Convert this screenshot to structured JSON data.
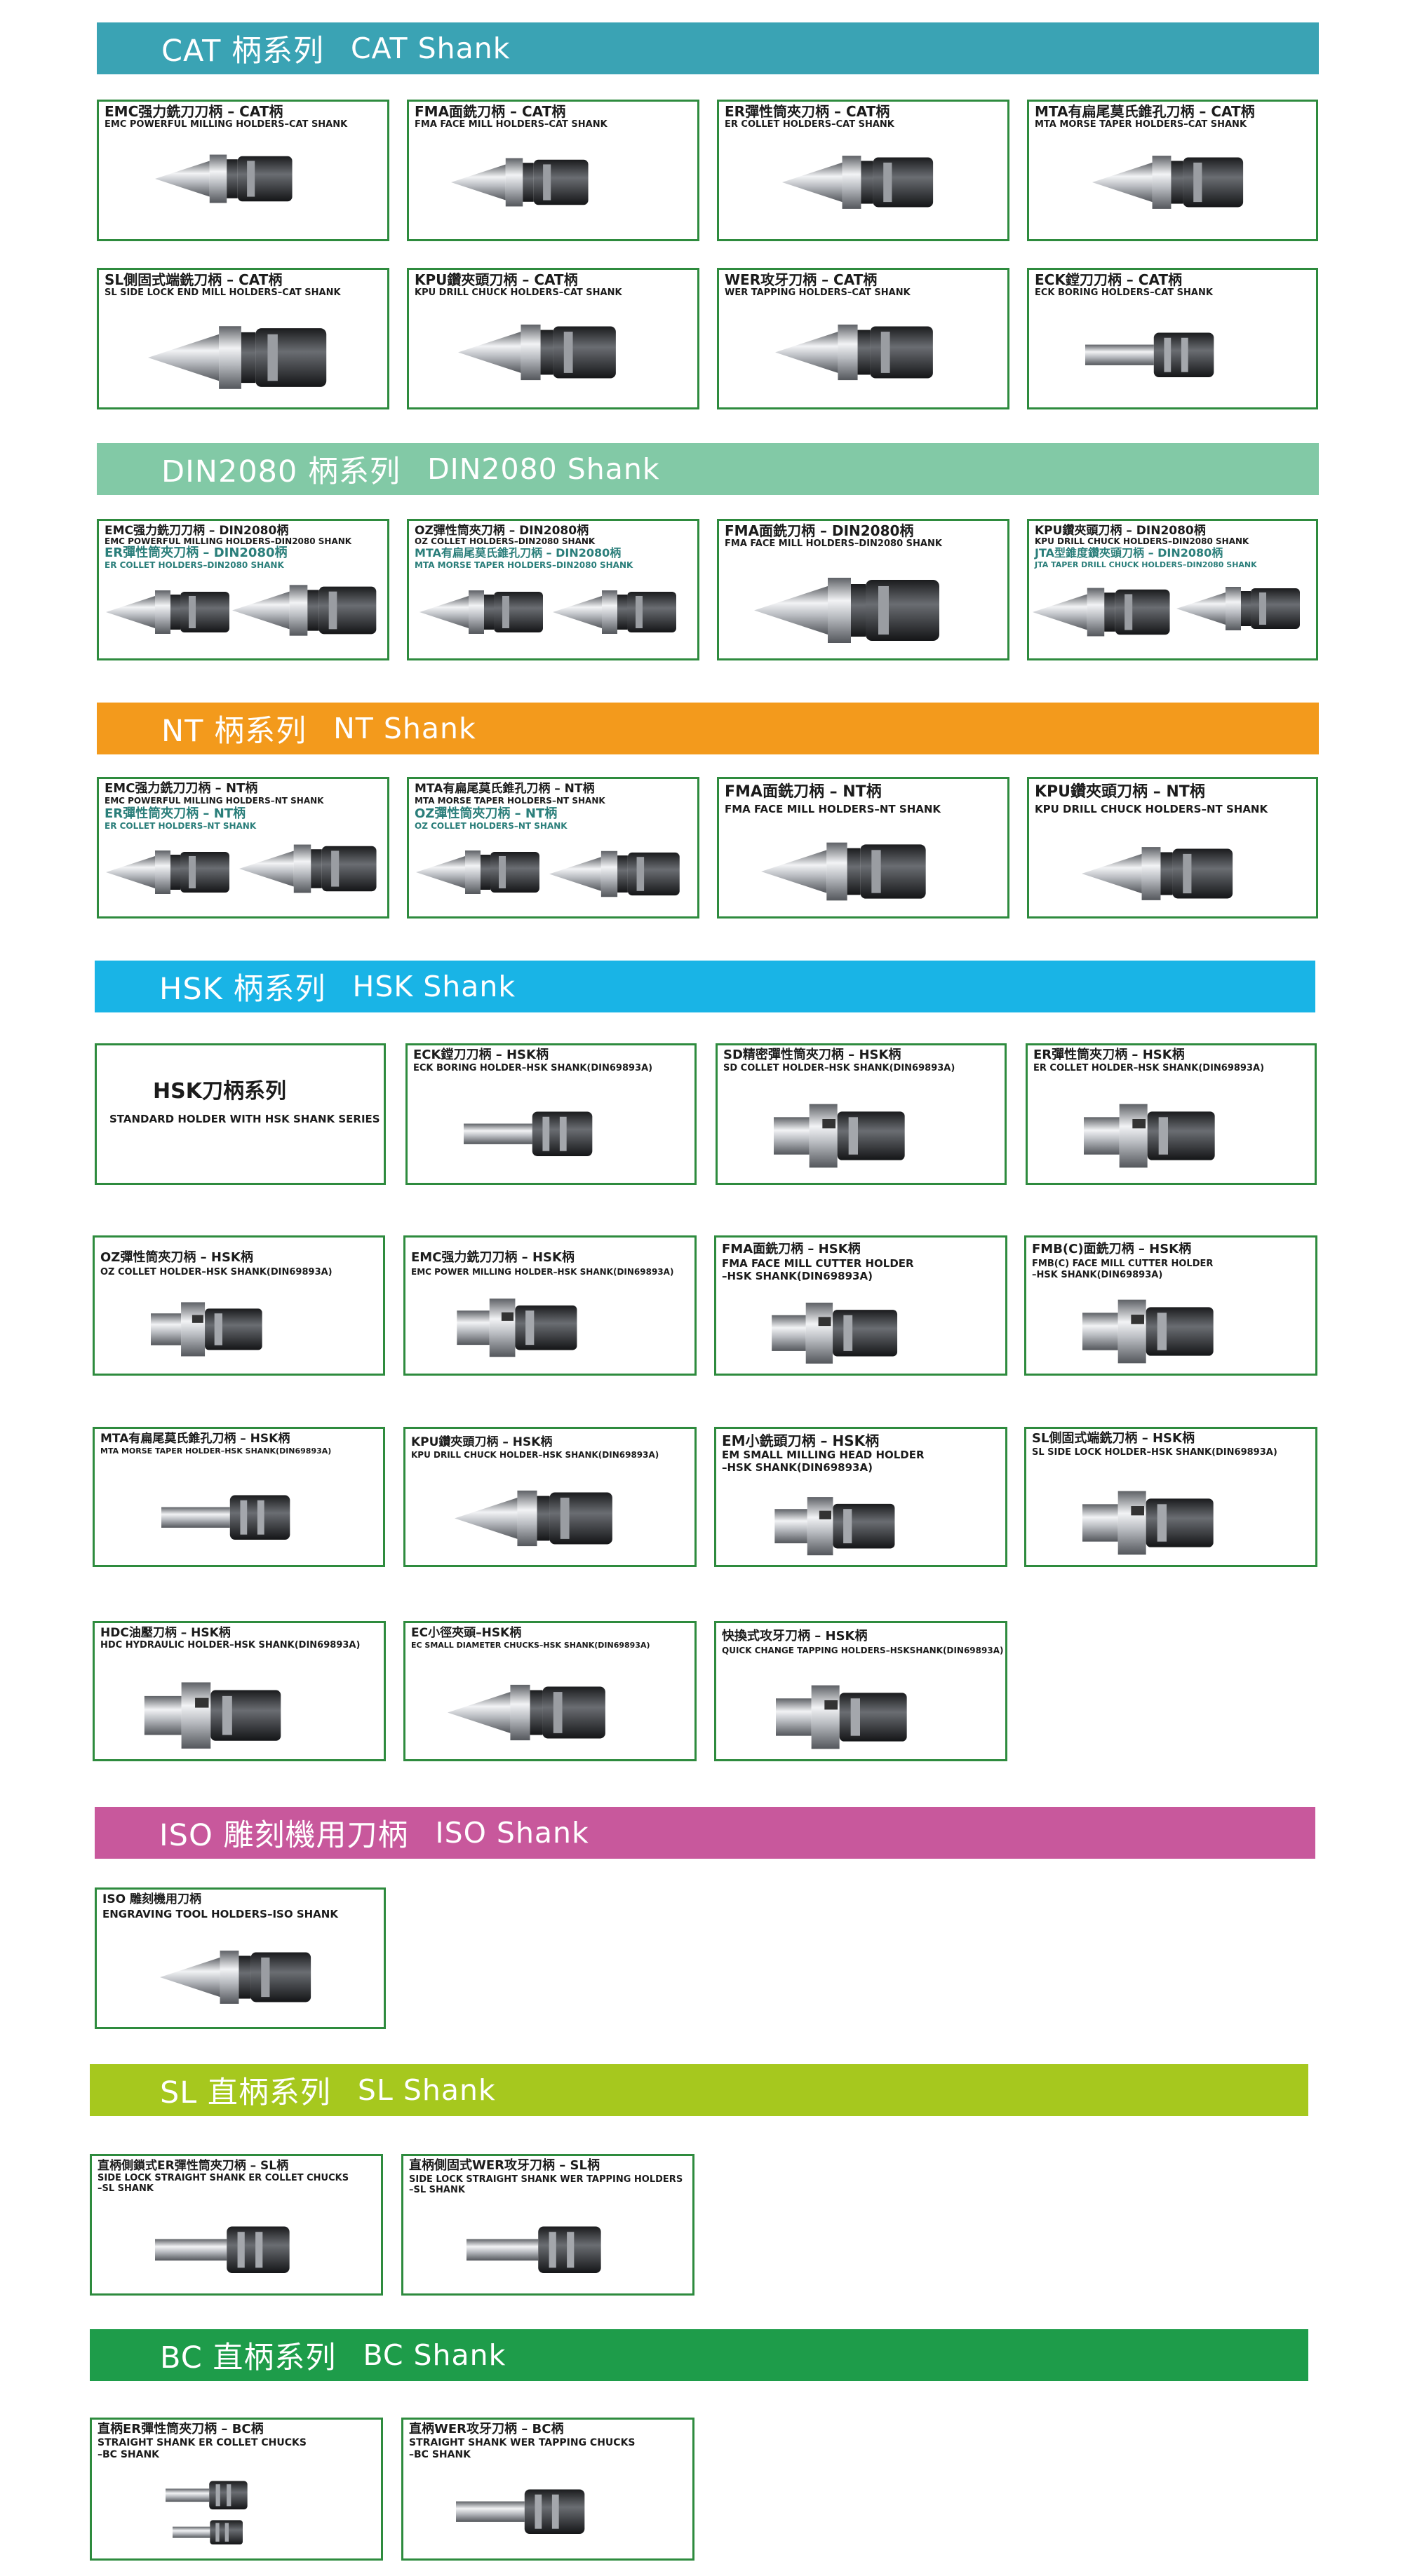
{
  "sections": {
    "cat": {
      "zh": "CAT 柄系列",
      "en": "CAT Shank",
      "color": "#3aa3b4"
    },
    "din": {
      "zh": "DIN2080 柄系列",
      "en": "DIN2080 Shank",
      "color": "#82c9a6"
    },
    "nt": {
      "zh": "NT 柄系列",
      "en": "NT Shank",
      "color": "#f39a1c"
    },
    "hsk": {
      "zh": "HSK 柄系列",
      "en": "HSK Shank",
      "color": "#19b4e6"
    },
    "iso": {
      "zh": "ISO 雕刻機用刀柄",
      "en": "ISO Shank",
      "color": "#c8589c"
    },
    "sl": {
      "zh": "SL 直柄系列",
      "en": "SL Shank",
      "color": "#a6c81e"
    },
    "bc": {
      "zh": "BC 直柄系列",
      "en": "BC Shank",
      "color": "#1e9c4a"
    }
  },
  "cards": {
    "cat1": {
      "title": "EMC强力銑刀刀柄 – CAT柄",
      "sub": "EMC POWERFUL MILLING HOLDERS–CAT SHANK"
    },
    "cat2": {
      "title": "FMA面銑刀柄 – CAT柄",
      "sub": "FMA FACE MILL HOLDERS–CAT SHANK"
    },
    "cat3": {
      "title": "ER彈性筒夾刀柄 – CAT柄",
      "sub": "ER COLLET HOLDERS–CAT SHANK"
    },
    "cat4": {
      "title": "MTA有扁尾莫氏錐孔刀柄 – CAT柄",
      "sub": "MTA MORSE TAPER HOLDERS–CAT SHANK"
    },
    "cat5": {
      "title": "SL側固式端銑刀柄 – CAT柄",
      "sub": "SL SIDE LOCK END MILL HOLDERS–CAT SHANK"
    },
    "cat6": {
      "title": "KPU鑽夾頭刀柄 – CAT柄",
      "sub": "KPU DRILL CHUCK HOLDERS–CAT SHANK"
    },
    "cat7": {
      "title": "WER攻牙刀柄 – CAT柄",
      "sub": "WER TAPPING HOLDERS–CAT SHANK"
    },
    "cat8": {
      "title": "ECK鏜刀刀柄 – CAT柄",
      "sub": "ECK BORING HOLDERS–CAT SHANK"
    },
    "din1": {
      "title": "EMC强力銑刀刀柄 – DIN2080柄",
      "sub": "EMC POWERFUL MILLING HOLDERS–DIN2080 SHANK",
      "title2": "ER彈性筒夾刀柄 – DIN2080柄",
      "sub2": "ER COLLET HOLDERS–DIN2080 SHANK"
    },
    "din2": {
      "title": "OZ彈性筒夾刀柄 – DIN2080柄",
      "sub": "OZ COLLET HOLDERS–DIN2080 SHANK",
      "title2": "MTA有扁尾莫氏錐孔刀柄 – DIN2080柄",
      "sub2": "MTA MORSE TAPER HOLDERS–DIN2080 SHANK"
    },
    "din3": {
      "title": "FMA面銑刀柄 – DIN2080柄",
      "sub": "FMA FACE MILL HOLDERS–DIN2080 SHANK"
    },
    "din4": {
      "title": "KPU鑽夾頭刀柄 – DIN2080柄",
      "sub": "KPU DRILL CHUCK HOLDERS–DIN2080 SHANK",
      "title2": "JTA型錐度鑽夾頭刀柄 – DIN2080柄",
      "sub2": "JTA TAPER DRILL CHUCK HOLDERS–DIN2080 SHANK"
    },
    "nt1": {
      "title": "EMC强力銑刀刀柄 – NT柄",
      "sub": "EMC POWERFUL MILLING HOLDERS–NT SHANK",
      "title2": "ER彈性筒夾刀柄 – NT柄",
      "sub2": "ER COLLET HOLDERS–NT SHANK"
    },
    "nt2": {
      "title": "MTA有扁尾莫氏錐孔刀柄 – NT柄",
      "sub": "MTA MORSE TAPER HOLDERS–NT SHANK",
      "title2": "OZ彈性筒夾刀柄 – NT柄",
      "sub2": "OZ COLLET HOLDERS–NT SHANK"
    },
    "nt3": {
      "title": "FMA面銑刀柄 – NT柄",
      "sub": "FMA FACE MILL HOLDERS–NT SHANK"
    },
    "nt4": {
      "title": "KPU鑽夾頭刀柄 – NT柄",
      "sub": "KPU DRILL CHUCK HOLDERS–NT SHANK"
    },
    "hsk0": {
      "title": "HSK刀柄系列",
      "sub": "STANDARD HOLDER WITH HSK SHANK SERIES"
    },
    "hsk1": {
      "title": "ECK鏜刀刀柄 – HSK柄",
      "sub": "ECK BORING HOLDER–HSK SHANK(DIN69893A)"
    },
    "hsk2": {
      "title": "SD精密彈性筒夾刀柄 – HSK柄",
      "sub": "SD COLLET HOLDER–HSK SHANK(DIN69893A)"
    },
    "hsk3": {
      "title": "ER彈性筒夾刀柄 – HSK柄",
      "sub": "ER COLLET HOLDER–HSK SHANK(DIN69893A)"
    },
    "hsk4": {
      "title": "OZ彈性筒夾刀柄 – HSK柄",
      "sub": "OZ COLLET HOLDER–HSK SHANK(DIN69893A)"
    },
    "hsk5": {
      "title": "EMC强力銑刀刀柄 – HSK柄",
      "sub": "EMC POWER MILLING HOLDER–HSK SHANK(DIN69893A)"
    },
    "hsk6": {
      "title": "FMA面銑刀柄 – HSK柄",
      "sub": "FMA FACE MILL CUTTER HOLDER",
      "sub2": "–HSK SHANK(DIN69893A)"
    },
    "hsk7": {
      "title": "FMB(C)面銑刀柄 – HSK柄",
      "sub": "FMB(C) FACE MILL CUTTER HOLDER",
      "sub2": "–HSK SHANK(DIN69893A)"
    },
    "hsk8": {
      "title": "MTA有扁尾莫氏錐孔刀柄 – HSK柄",
      "sub": "MTA MORSE TAPER HOLDER–HSK SHANK(DIN69893A)"
    },
    "hsk9": {
      "title": "KPU鑽夾頭刀柄 – HSK柄",
      "sub": "KPU DRILL CHUCK HOLDER–HSK SHANK(DIN69893A)"
    },
    "hsk10": {
      "title": "EM小銑頭刀柄 – HSK柄",
      "sub": "EM SMALL MILLING HEAD HOLDER",
      "sub2": "–HSK SHANK(DIN69893A)"
    },
    "hsk11": {
      "title": "SL側固式端銑刀柄 – HSK柄",
      "sub": "SL SIDE LOCK HOLDER–HSK SHANK(DIN69893A)"
    },
    "hsk12": {
      "title": "HDC油壓刀柄 – HSK柄",
      "sub": "HDC HYDRAULIC HOLDER–HSK SHANK(DIN69893A)"
    },
    "hsk13": {
      "title": "EC小徑夾頭–HSK柄",
      "sub": "EC SMALL DIAMETER CHUCKS–HSK SHANK(DIN69893A)"
    },
    "hsk14": {
      "title": "快換式攻牙刀柄 – HSK柄",
      "sub": "QUICK CHANGE TAPPING HOLDERS–HSKSHANK(DIN69893A)"
    },
    "iso1": {
      "title": "ISO 雕刻機用刀柄",
      "sub": "ENGRAVING TOOL HOLDERS–ISO SHANK"
    },
    "sl1": {
      "title": "直柄側鎖式ER彈性筒夾刀柄 – SL柄",
      "sub": "SIDE LOCK STRAIGHT SHANK ER COLLET CHUCKS",
      "sub2": "–SL SHANK"
    },
    "sl2": {
      "title": "直柄側固式WER攻牙刀柄 – SL柄",
      "sub": "SIDE LOCK STRAIGHT SHANK WER TAPPING HOLDERS",
      "sub2": "–SL SHANK"
    },
    "bc1": {
      "title": "直柄ER彈性筒夾刀柄 – BC柄",
      "sub": "STRAIGHT SHANK ER COLLET CHUCKS",
      "sub2": "–BC  SHANK"
    },
    "bc2": {
      "title": "直柄WER攻牙刀柄 – BC柄",
      "sub": "STRAIGHT SHANK WER TAPPING CHUCKS",
      "sub2": "–BC SHANK"
    }
  }
}
